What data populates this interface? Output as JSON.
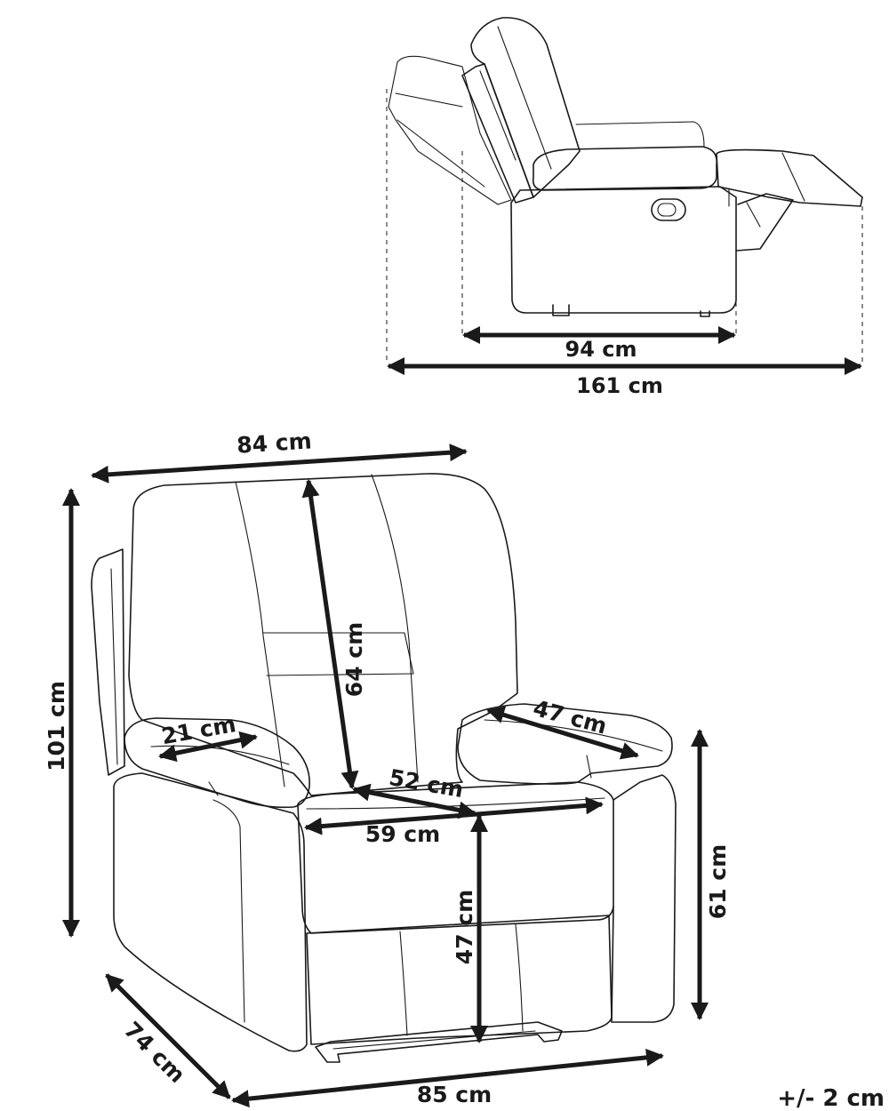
{
  "diagram": {
    "side_view": {
      "seat_depth_label": "94 cm",
      "reclined_length_label": "161 cm"
    },
    "front_view": {
      "width_top_label": "84 cm",
      "height_label": "101 cm",
      "backrest_label": "64 cm",
      "armrest_width_label": "21 cm",
      "armrest_length_label": "47 cm",
      "seat_depth_label": "52 cm",
      "seat_width_label": "59 cm",
      "seat_height_label": "47 cm",
      "armrest_height_label": "61 cm",
      "depth_label": "74 cm",
      "width_bottom_label": "85 cm"
    },
    "tolerance_note": "+/- 2 cm"
  }
}
